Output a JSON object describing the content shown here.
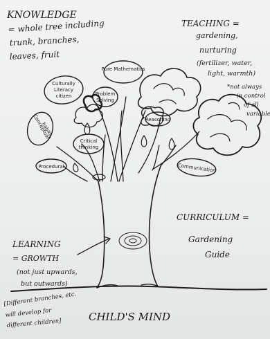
{
  "knowledge": {
    "title": "KNOWLEDGE",
    "lines": [
      "= whole tree including",
      "trunk, branches,",
      "leaves, fruit"
    ]
  },
  "teaching": {
    "title": "TEACHING =",
    "lines": [
      "gardening,",
      "nurturing",
      "(fertilizer, water,",
      "light, warmth)"
    ],
    "note": [
      "*not always",
      "in control",
      "of all",
      "variables"
    ]
  },
  "curriculum": {
    "title": "CURRICULUM =",
    "lines": [
      "Gardening",
      "Guide"
    ]
  },
  "learning": {
    "title": "LEARNING",
    "lines": [
      "= GROWTH",
      "(not just upwards,",
      "but outwards)"
    ]
  },
  "branches_note": [
    "[Different branches, etc.",
    "will develop for",
    "different children]"
  ],
  "ground_label": "CHILD'S MIND",
  "fruits": {
    "pure_math": "Pure Mathematics",
    "culturally_literacy": [
      "Culturally",
      "Literacy",
      "citizen"
    ],
    "problem_solving": [
      "Problem",
      "Solving"
    ],
    "reasoning": "Reasoning",
    "conceptual": [
      "Conceptual",
      "habits"
    ],
    "critical_thinking": [
      "Critical",
      "thinking"
    ],
    "procedural": "Procedural",
    "communication": "Communication"
  }
}
